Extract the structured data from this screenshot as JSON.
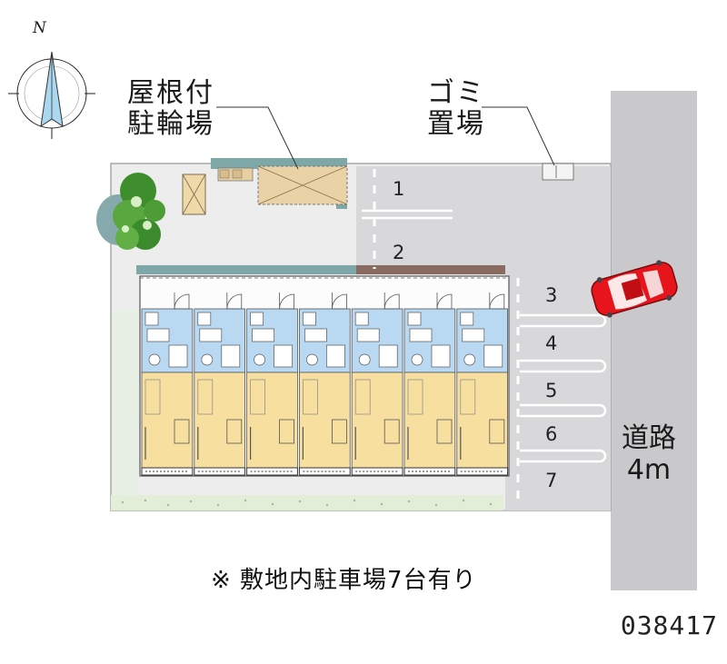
{
  "compass": {
    "north_label": "N",
    "icon": "compass-rose-icon"
  },
  "labels": {
    "bike_parking": "屋根付\n駐輪場",
    "garbage": "ゴミ\n置場",
    "road": "道路\n4m"
  },
  "parking": {
    "upper_spaces": [
      "1",
      "2"
    ],
    "side_spaces": [
      "3",
      "4",
      "5",
      "6",
      "7"
    ]
  },
  "building": {
    "unit_count": 7
  },
  "car": {
    "icon": "red-car-icon",
    "color": "#e8141c"
  },
  "colors": {
    "lot": "#eeeeee",
    "parking": "#d6d6d8",
    "road": "#c9c9cb",
    "bath": "#b9d9f2",
    "room": "#f7dfa0",
    "bike_shelter": "#e9d3a6",
    "teal_shadow": "#7ea7a8",
    "brown_shadow": "#8a6b62",
    "tree": "#4f9b3a",
    "gravel": "#e2eed8"
  },
  "note": "※ 敷地内駐車場7台有り",
  "code": "038417"
}
